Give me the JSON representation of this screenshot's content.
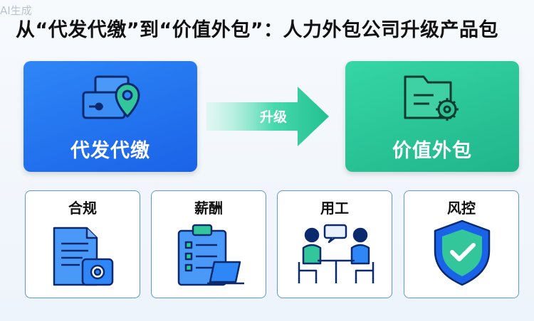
{
  "watermark": "AI生成",
  "title": "从“代发代缴”到“价值外包”：人力外包公司升级产品包",
  "from": {
    "label": "代发代缴"
  },
  "transition": {
    "label": "升级"
  },
  "to": {
    "label": "价值外包"
  },
  "services": [
    {
      "label": "合规",
      "icon": "document-icon"
    },
    {
      "label": "薪酬",
      "icon": "clipboard-laptop-icon"
    },
    {
      "label": "用工",
      "icon": "people-meeting-icon"
    },
    {
      "label": "风控",
      "icon": "shield-check-icon"
    }
  ],
  "colors": {
    "blue": "#1a63e8",
    "green": "#1fb58a",
    "border": "#5f95e6"
  }
}
